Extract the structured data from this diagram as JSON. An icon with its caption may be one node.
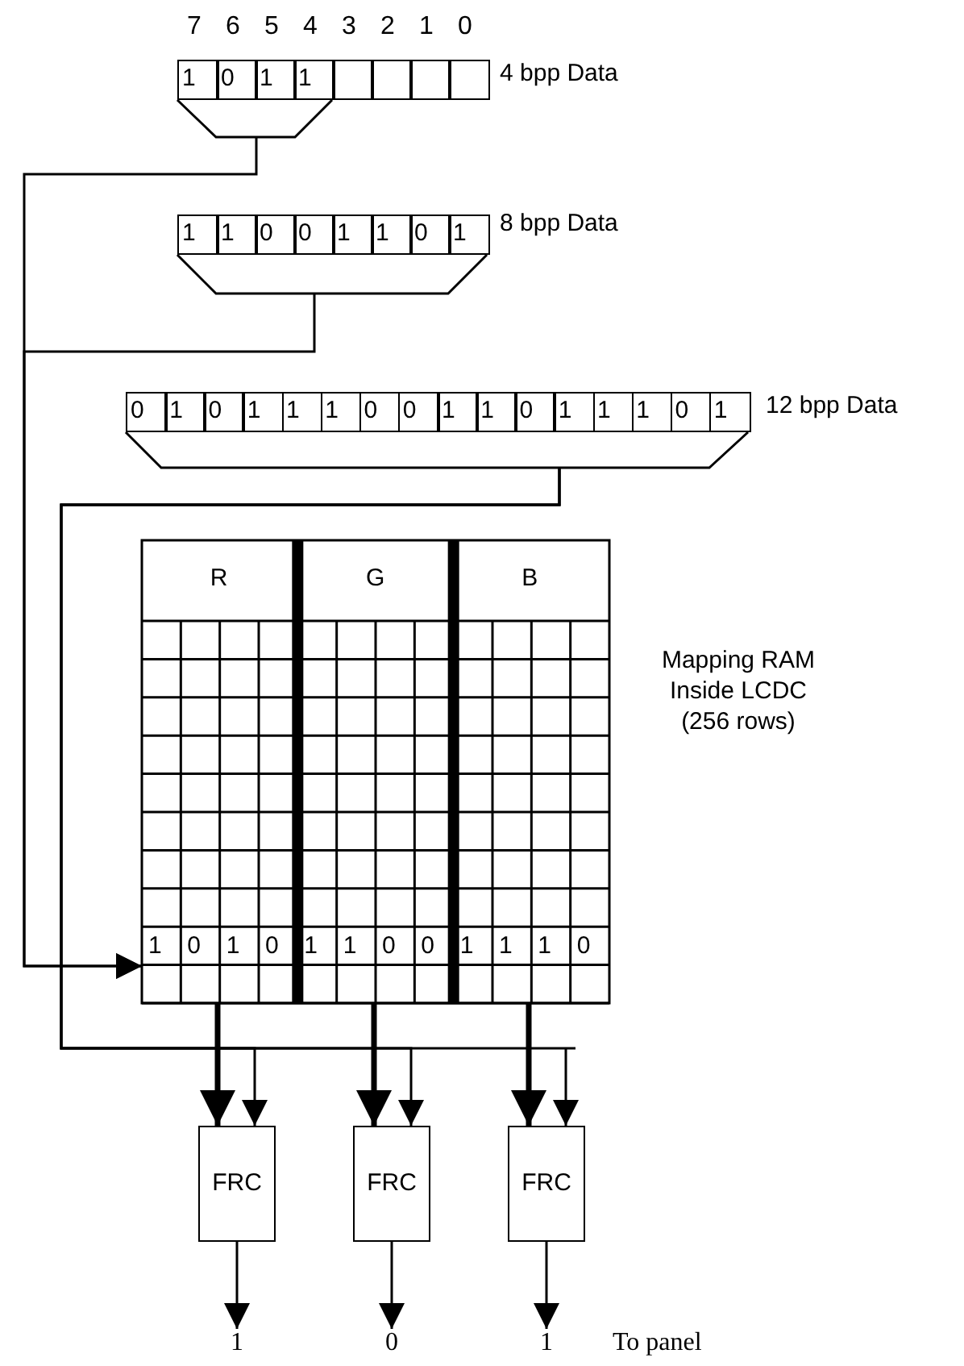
{
  "diagram": {
    "nodes": [
      {
        "text": [],
        "shape": "bar",
        "beside": [
          "4 bpp Data"
        ]
      },
      {
        "text": [],
        "shape": "bar",
        "beside": [
          "8 bpp Data"
        ]
      },
      {
        "text": [],
        "shape": "bar",
        "beside": [
          "12 bpp Data"
        ]
      },
      {
        "text": [
          "R",
          "G",
          "B"
        ],
        "beside": [
          "Mapping RAM Inside LCDC (256 rows)"
        ]
      },
      {
        "text": [
          "FRC"
        ]
      },
      {
        "text": [
          "FRC"
        ]
      },
      {
        "text": [
          "FRC"
        ]
      },
      {
        "text": [
          "1"
        ]
      },
      {
        "text": [
          "0"
        ]
      },
      {
        "text": [
          "1"
        ]
      }
    ],
    "edges": [
      {
        "from": 0,
        "to": 3,
        "arrow": "to"
      },
      {
        "from": 1,
        "to": 3,
        "arrow": "to"
      },
      {
        "from": 2,
        "to": 4,
        "arrow": "to"
      },
      {
        "from": 2,
        "to": 5,
        "arrow": "to"
      },
      {
        "from": 2,
        "to": 6,
        "arrow": "to"
      },
      {
        "from": 3,
        "to": 4,
        "arrow": "to",
        "style": "thick"
      },
      {
        "from": 3,
        "to": 5,
        "arrow": "to",
        "style": "thick"
      },
      {
        "from": 3,
        "to": 6,
        "arrow": "to",
        "style": "thick"
      },
      {
        "from": 4,
        "to": 7,
        "arrow": "to"
      },
      {
        "from": 5,
        "to": 8,
        "arrow": "to"
      },
      {
        "from": 6,
        "to": 9,
        "arrow": "to"
      }
    ],
    "labels": [
      "7",
      "6",
      "5",
      "4",
      "3",
      "2",
      "1",
      "0",
      "1",
      "0",
      "1",
      "1",
      "1",
      "1",
      "0",
      "0",
      "1",
      "1",
      "0",
      "1",
      "0",
      "1",
      "0",
      "1",
      "1",
      "1",
      "0",
      "0",
      "1",
      "1",
      "0",
      "1",
      "1",
      "1",
      "0",
      "1",
      "1",
      "0",
      "1",
      "0",
      "1",
      "1",
      "0",
      "0",
      "1",
      "1",
      "1",
      "0",
      "To panel"
    ]
  }
}
